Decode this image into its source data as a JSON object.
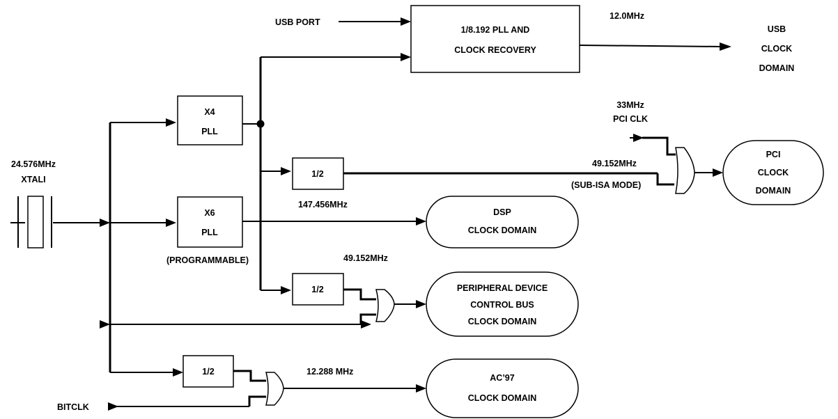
{
  "blocks": {
    "pll_usb_line1": "1/8.192 PLL AND",
    "pll_usb_line2": "CLOCK RECOVERY",
    "x4_line1": "X4",
    "x4_line2": "PLL",
    "x6_line1": "X6",
    "x6_line2": "PLL",
    "div_top": "1/2",
    "div_mid": "1/2",
    "div_bot": "1/2"
  },
  "domains": {
    "usb_line1": "USB",
    "usb_line2": "CLOCK",
    "usb_line3": "DOMAIN",
    "pci_line1": "PCI",
    "pci_line2": "CLOCK",
    "pci_line3": "DOMAIN",
    "dsp_line1": "DSP",
    "dsp_line2": "CLOCK DOMAIN",
    "periph_line1": "PERIPHERAL DEVICE",
    "periph_line2": "CONTROL BUS",
    "periph_line3": "CLOCK DOMAIN",
    "ac97_line1": "AC’97",
    "ac97_line2": "CLOCK DOMAIN"
  },
  "labels": {
    "usb_port": "USB PORT",
    "freq_usb": "12.0MHz",
    "pci_clk_line1": "33MHz",
    "pci_clk_line2": "PCI CLK",
    "freq_pci": "49.152MHz",
    "sub_isa": "(SUB-ISA MODE)",
    "xtal_freq": "24.576MHz",
    "xtal_name": "XTALI",
    "freq_dsp": "147.456MHz",
    "programmable": "(PROGRAMMABLE)",
    "freq_periph": "49.152MHz",
    "freq_ac97": "12.288 MHz",
    "bitclk": "BITCLK"
  }
}
